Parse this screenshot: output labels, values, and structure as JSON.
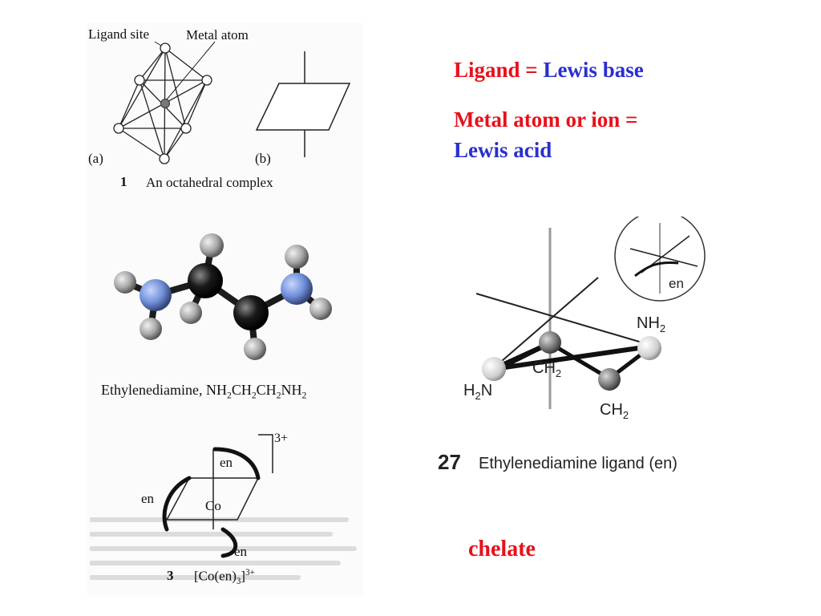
{
  "left_figure": {
    "ligand_site_label": "Ligand site",
    "metal_atom_label": "Metal atom",
    "panel_a": "(a)",
    "panel_b": "(b)",
    "fig1_number": "1",
    "fig1_caption": "An octahedral complex",
    "en_caption_prefix": "Ethylenediamine, ",
    "en_formula_parts": [
      "NH",
      "2",
      "CH",
      "2",
      "CH",
      "2",
      "NH",
      "2"
    ],
    "charge": "3+",
    "en_label_top": "en",
    "en_label_left": "en",
    "en_label_bottom": "en",
    "co_label": "Co",
    "fig3_number": "3",
    "fig3_formula_prefix": "[Co(en)",
    "fig3_formula_sub": "3",
    "fig3_formula_close": "]",
    "fig3_formula_sup": "3+"
  },
  "right_text": {
    "line1_red": "Ligand = ",
    "line1_blue": "Lewis base",
    "line2_red": "Metal atom or ion =",
    "line3_blue": "Lewis acid",
    "chelate": "chelate"
  },
  "right_figure": {
    "inset_label": "en",
    "nh2_right_main": "NH",
    "nh2_right_sub": "2",
    "ch2_center_main": "CH",
    "ch2_center_sub": "2",
    "h2n_left_h": "H",
    "h2n_left_sub": "2",
    "h2n_left_n": "N",
    "ch2_bottom_main": "CH",
    "ch2_bottom_sub": "2",
    "fig27_number": "27",
    "fig27_caption": "Ethylenediamine ligand (en)"
  },
  "colors": {
    "red": "#e8101a",
    "blue": "#2a2fd0",
    "nitrogen": "#6f8fd8",
    "carbon": "#1a1a1a",
    "hydrogen": "#a8a8a8"
  }
}
